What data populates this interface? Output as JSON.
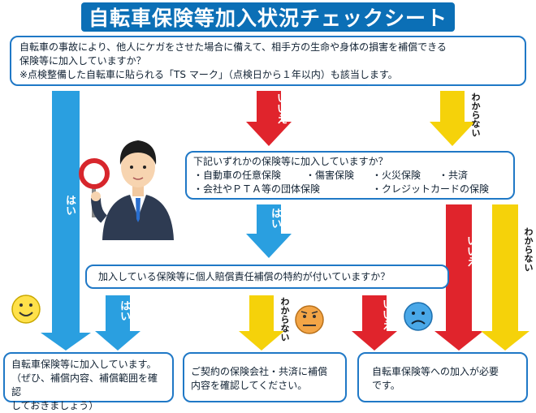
{
  "title": "自転車保険等加入状況チェックシート",
  "q1": {
    "line1": "自転車の事故により、他人にケガをさせた場合に備えて、相手方の生命や身体の損害を補償できる",
    "line2": "保険等に加入していますか？",
    "line3": "※点検整備した自転車に貼られる「TS マーク」（点検日から１年以内）も該当します。"
  },
  "q2": {
    "line1": "下記いずれかの保険等に加入していますか？",
    "items": [
      "・自動車の任意保険",
      "・傷害保険",
      "・火災保険",
      "・共済",
      "・会社やＰＴＡ等の団体保険",
      "・クレジットカードの保険"
    ]
  },
  "q3": {
    "text": "加入している保険等に個人賠償責任補償の特約が付いていますか？"
  },
  "labels": {
    "yes": "はい",
    "no": "いいえ",
    "unknown": "わからない"
  },
  "results": {
    "r1": {
      "line1": "自転車保険等に加入しています。",
      "line2": "（ぜひ、補償内容、補償範囲を確認",
      "line3": "しておきましょう）"
    },
    "r2": {
      "line1": "ご契約の保険会社・共済に補償",
      "line2": "内容を確認してください。"
    },
    "r3": {
      "line1": "自転車保険等への加入が必要",
      "line2": "です。"
    }
  },
  "colors": {
    "title_bg": "#0b6fb6",
    "box_border": "#1f78c6",
    "yes_arrow": "#2a9fe0",
    "no_arrow": "#e0242c",
    "unknown_arrow": "#f5d20a",
    "smile_face": "#ffe14a",
    "worried_face": "#f3a546",
    "sad_face": "#4aa8e8"
  },
  "icons": [
    "smile-face-icon",
    "worried-face-icon",
    "sad-face-icon",
    "businessman-icon",
    "stop-sign-icon"
  ]
}
